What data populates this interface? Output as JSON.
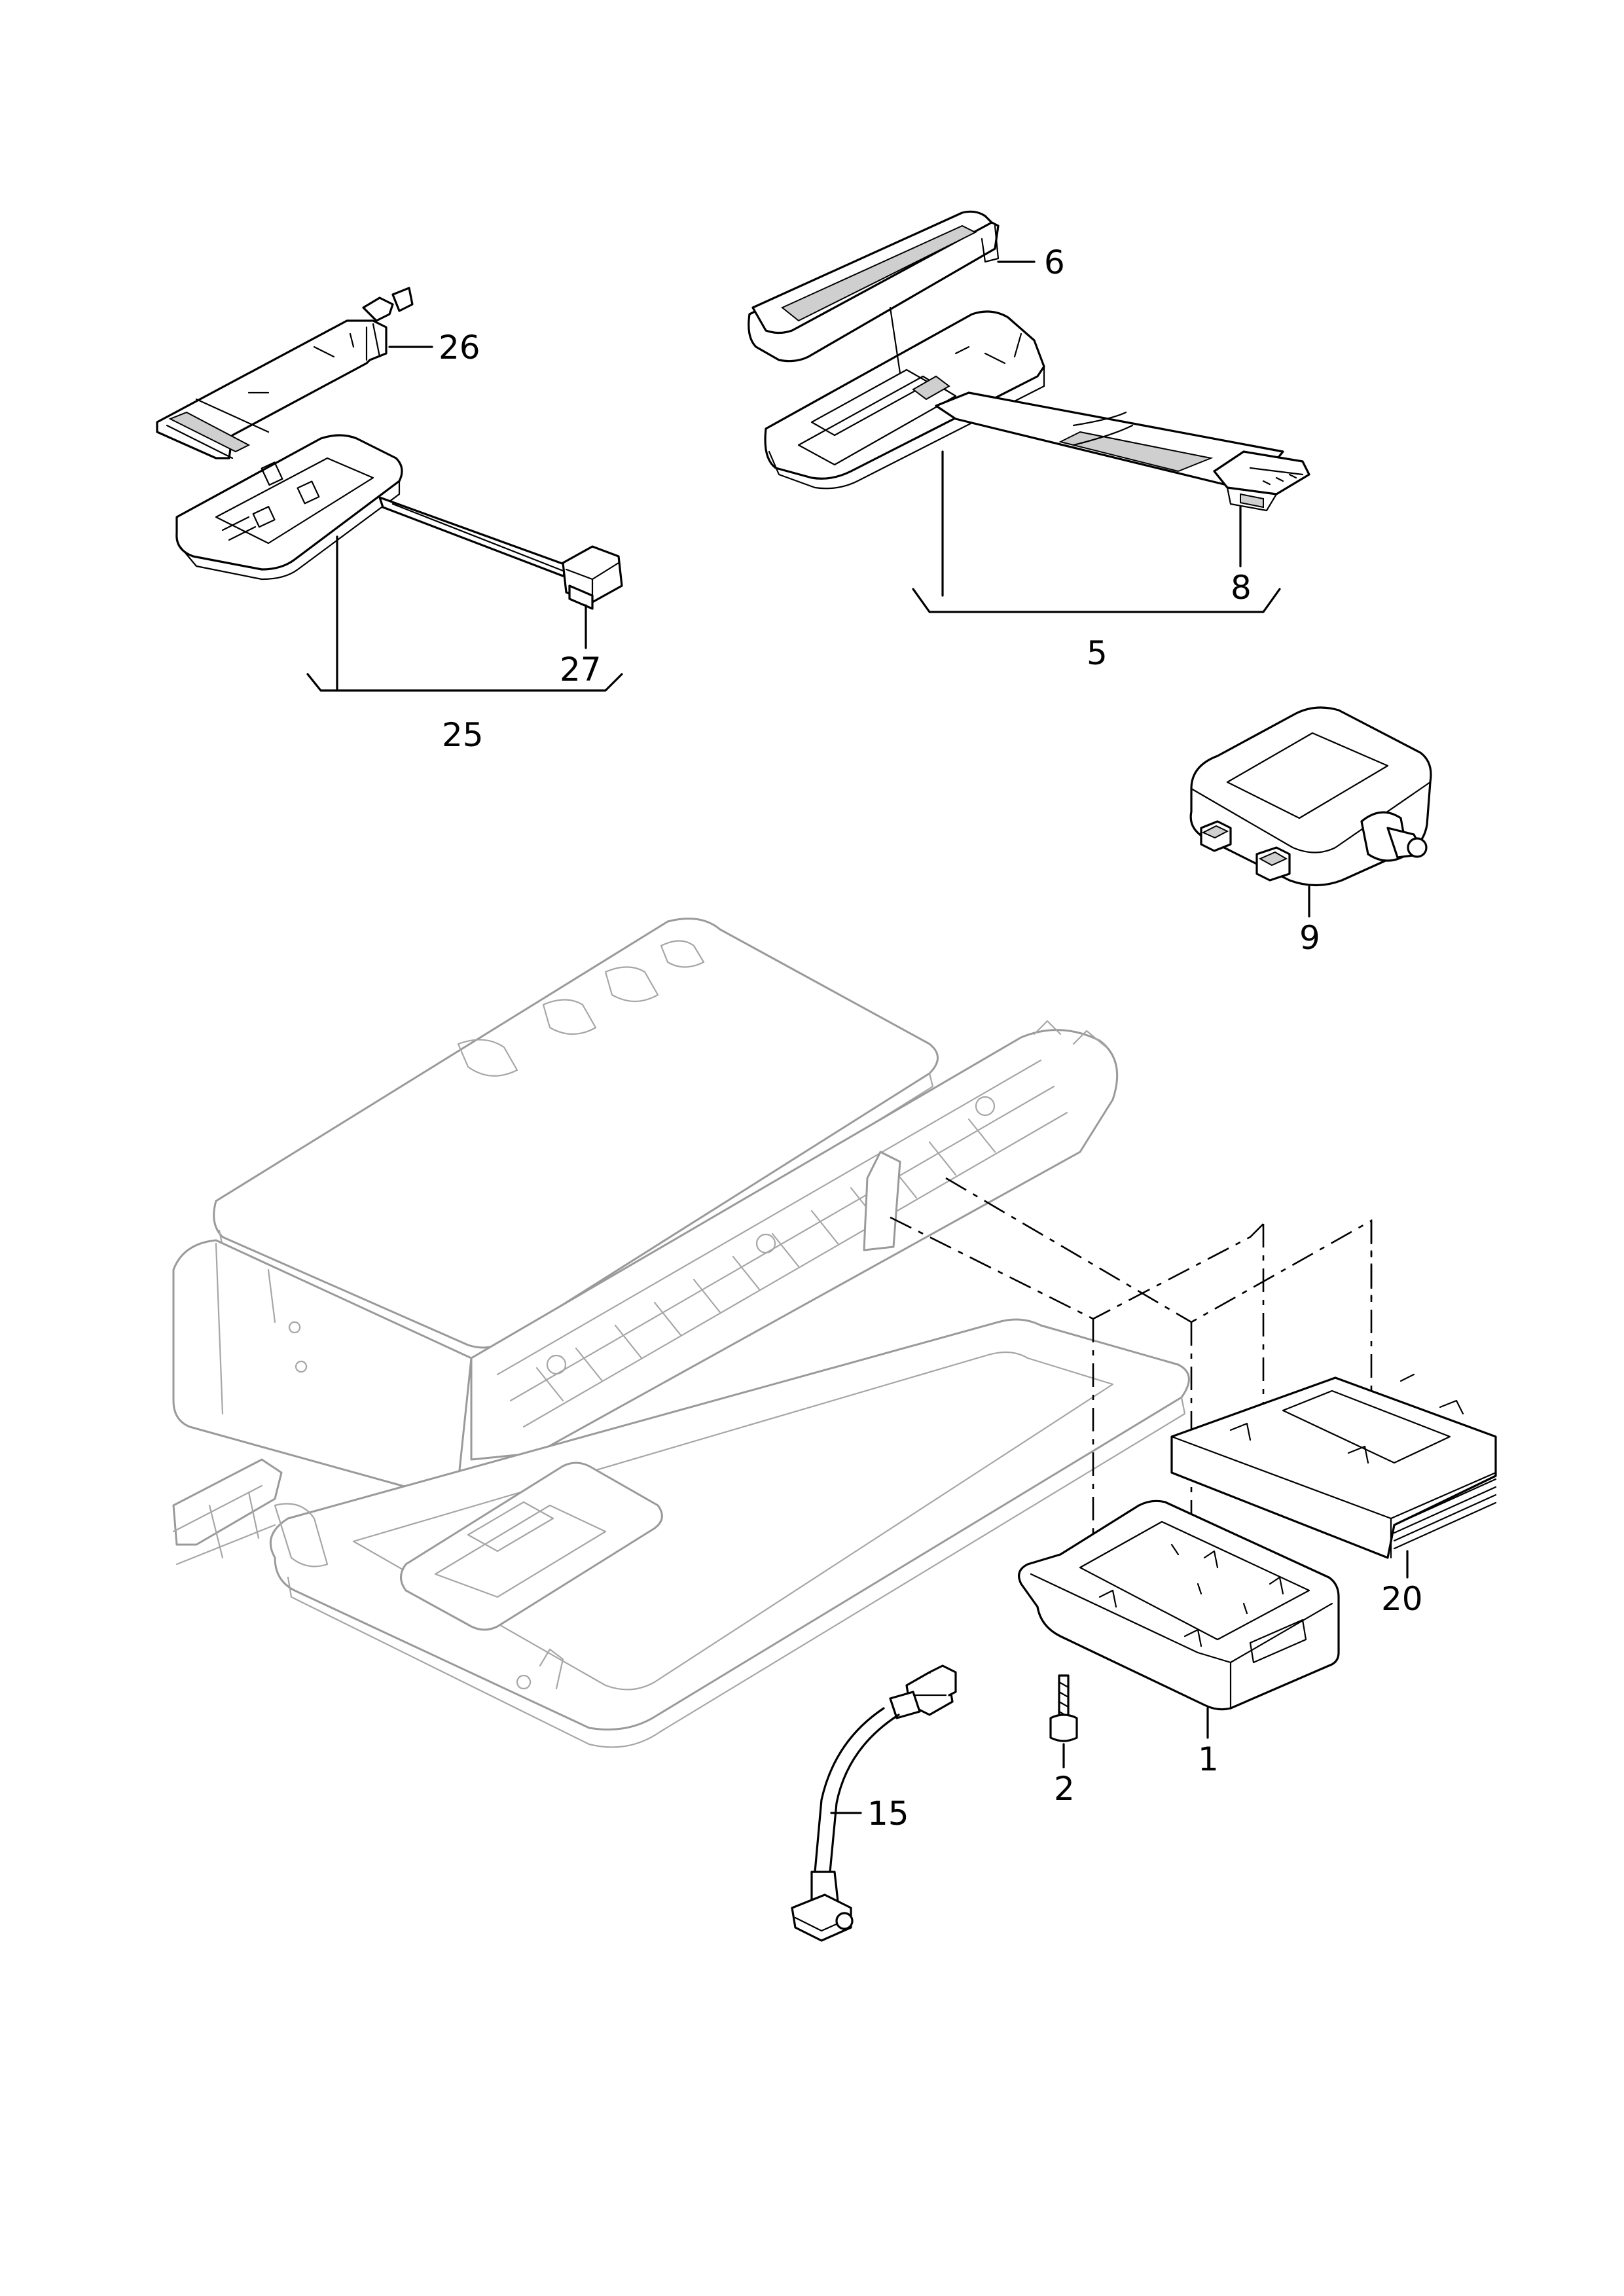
{
  "callouts": {
    "c1": "1",
    "c2": "2",
    "c5": "5",
    "c6": "6",
    "c8": "8",
    "c9": "9",
    "c15": "15",
    "c20": "20",
    "c25": "25",
    "c26": "26",
    "c27": "27"
  },
  "colors": {
    "line": "#000000",
    "ghost_line": "#9a9a9a",
    "background": "#ffffff"
  }
}
